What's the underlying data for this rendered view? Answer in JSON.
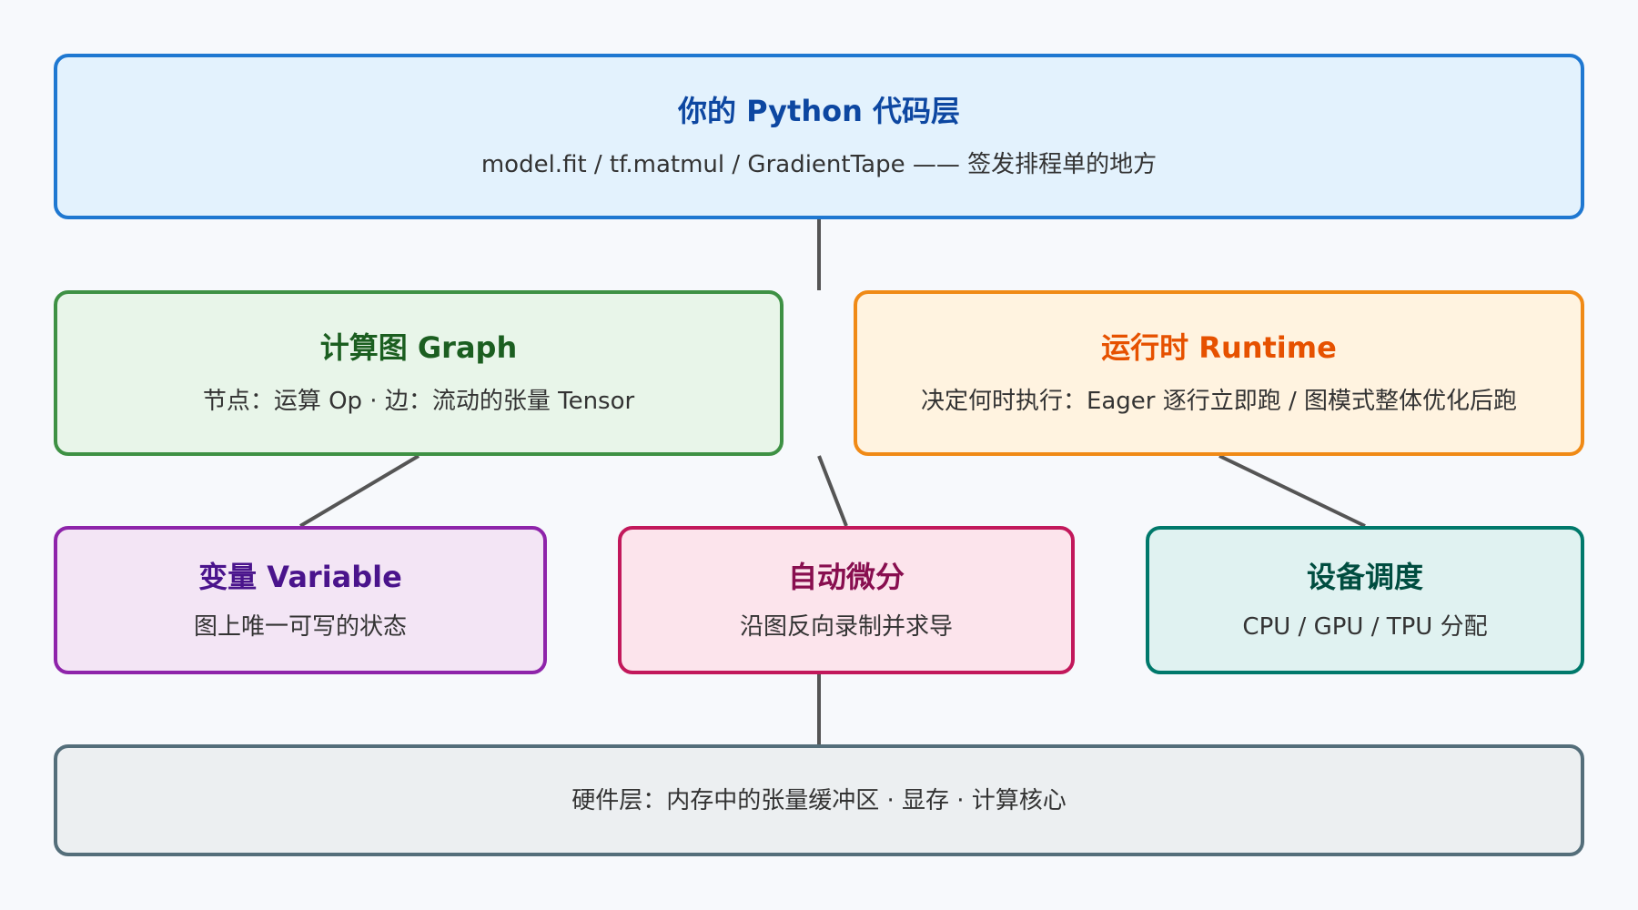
{
  "diagram": {
    "python_layer": {
      "title": "你的 Python 代码层",
      "subtitle": "model.fit / tf.matmul / GradientTape —— 签发排程单的地方",
      "border_color": "#1f78d1",
      "fill_color": "#e3f2fd"
    },
    "graph": {
      "title": "计算图 Graph",
      "subtitle": "节点：运算 Op · 边：流动的张量 Tensor",
      "border_color": "#3e9144",
      "fill_color": "#e8f5e9"
    },
    "runtime": {
      "title": "运行时 Runtime",
      "subtitle": "决定何时执行：Eager 逐行立即跑 / 图模式整体优化后跑",
      "border_color": "#f08a16",
      "fill_color": "#fff3e0"
    },
    "variable": {
      "title": "变量 Variable",
      "subtitle": "图上唯一可写的状态",
      "border_color": "#8e24aa",
      "fill_color": "#f3e5f5"
    },
    "autodiff": {
      "title": "自动微分",
      "subtitle": "沿图反向录制并求导",
      "border_color": "#c2185b",
      "fill_color": "#fce4ec"
    },
    "device": {
      "title": "设备调度",
      "subtitle": "CPU / GPU / TPU 分配",
      "border_color": "#00796b",
      "fill_color": "#e0f2f1"
    },
    "hardware": {
      "subtitle": "硬件层：内存中的张量缓冲区 · 显存 · 计算核心",
      "border_color": "#546e7a",
      "fill_color": "#eceff1"
    },
    "connector_color": "#555555"
  }
}
